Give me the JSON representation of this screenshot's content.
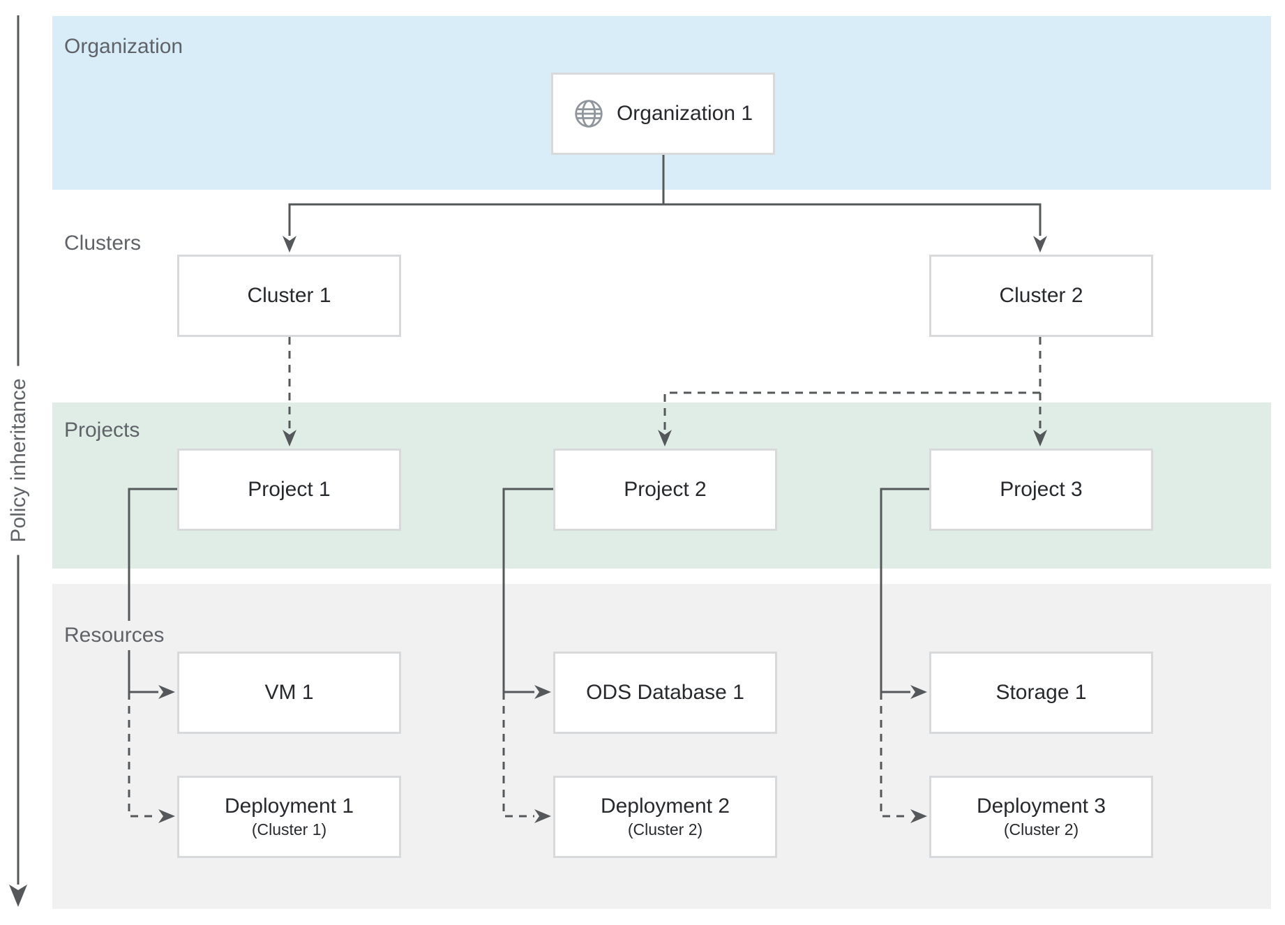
{
  "policy_axis": {
    "label": "Policy inheritance"
  },
  "bands": {
    "organization": {
      "label": "Organization",
      "color": "#d9edf8"
    },
    "clusters": {
      "label": "Clusters",
      "color": "#ffffff"
    },
    "projects": {
      "label": "Projects",
      "color": "#dfede6"
    },
    "resources": {
      "label": "Resources",
      "color": "#f1f1f1"
    }
  },
  "nodes": {
    "organization1": {
      "label": "Organization 1",
      "icon": "globe-icon"
    },
    "cluster1": {
      "label": "Cluster 1"
    },
    "cluster2": {
      "label": "Cluster 2"
    },
    "project1": {
      "label": "Project 1"
    },
    "project2": {
      "label": "Project 2"
    },
    "project3": {
      "label": "Project 3"
    },
    "vm1": {
      "label": "VM 1"
    },
    "odsDatabase1": {
      "label": "ODS Database 1"
    },
    "storage1": {
      "label": "Storage 1"
    },
    "deployment1": {
      "label": "Deployment 1",
      "sublabel": "(Cluster 1)"
    },
    "deployment2": {
      "label": "Deployment 2",
      "sublabel": "(Cluster 2)"
    },
    "deployment3": {
      "label": "Deployment 3",
      "sublabel": "(Cluster 2)"
    }
  },
  "edges": [
    {
      "from": "organization1",
      "to": "cluster1",
      "style": "solid"
    },
    {
      "from": "organization1",
      "to": "cluster2",
      "style": "solid"
    },
    {
      "from": "cluster1",
      "to": "project1",
      "style": "dashed"
    },
    {
      "from": "cluster2",
      "to": "project2",
      "style": "dashed"
    },
    {
      "from": "cluster2",
      "to": "project3",
      "style": "dashed"
    },
    {
      "from": "project1",
      "to": "vm1",
      "style": "solid"
    },
    {
      "from": "project1",
      "to": "deployment1",
      "style": "dashed"
    },
    {
      "from": "project2",
      "to": "odsDatabase1",
      "style": "solid"
    },
    {
      "from": "project2",
      "to": "deployment2",
      "style": "dashed"
    },
    {
      "from": "project3",
      "to": "storage1",
      "style": "solid"
    },
    {
      "from": "project3",
      "to": "deployment3",
      "style": "dashed"
    }
  ],
  "colors": {
    "connector": "#54585a",
    "box_border": "#d7d9da",
    "box_text": "#27292c",
    "band_label_text": "#5f6368",
    "globe_icon": "#8e959c"
  }
}
